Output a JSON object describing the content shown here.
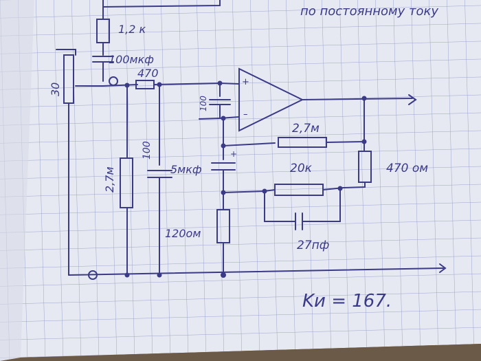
{
  "photo": {
    "description": "Photograph of a hand-drawn op-amp circuit schematic on grid paper",
    "ink_color": "#3b3a86",
    "paper_color": "#e7e9f2",
    "grid_color": "#9aa3c8"
  },
  "labels": {
    "header": "по постоянному току",
    "r_top": "1,2 к",
    "c_input": "100мкф",
    "pot": "30",
    "r_series": "470",
    "r_bias": "2,7м",
    "c_bias": "100",
    "c_feedthrough": "100",
    "c_bias_value": "5мкф",
    "r_ground": "120ом",
    "r_feedback": "2,7м",
    "r_feedback2": "20к",
    "r_output": "470 ом",
    "c_feedback": "27пф",
    "gain": "Kи = 167."
  }
}
